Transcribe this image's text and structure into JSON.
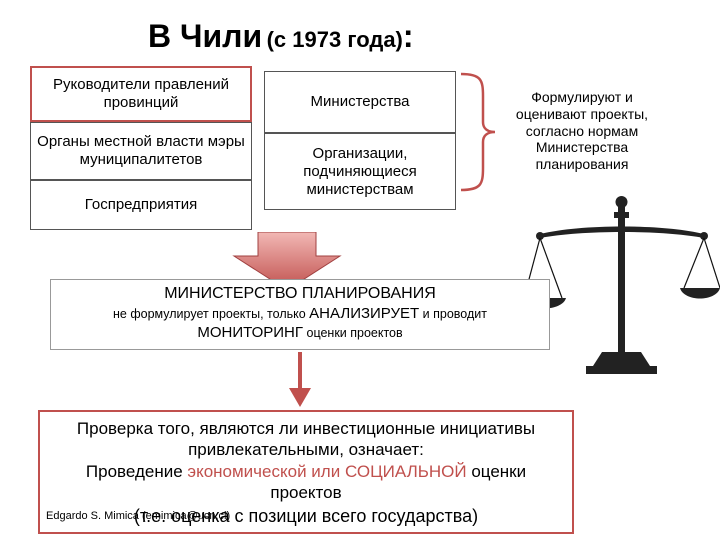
{
  "title": {
    "main": "В Чили",
    "sub": "(с 1973 года)",
    "colon": ":"
  },
  "left_boxes": [
    {
      "label": "Руководители правлений провинций"
    },
    {
      "label": "Органы местной власти мэры муниципалитетов"
    },
    {
      "label": "Госпредприятия"
    }
  ],
  "middle_boxes": [
    {
      "label": "Министерства"
    },
    {
      "label": "Организации, подчиняющиеся министерствам"
    }
  ],
  "side_note": "Формулируют и оценивают проекты, согласно нормам Министерства планирования",
  "ministry": {
    "title": "МИНИСТЕРСТВО ПЛАНИРОВАНИЯ",
    "line2_part1": "не формулирует проекты, только ",
    "line2_caps1": "АНАЛИЗИРУЕТ",
    "line2_part2": " и проводит",
    "line3_caps": "МОНИТОРИНГ",
    "line3_part": " оценки проектов"
  },
  "check": {
    "line1": "Проверка того, являются ли инвестиционные инициативы",
    "line2": "привлекательными, означает:",
    "line3_a": "Проведение ",
    "line3_hl1": "экономической или",
    "line3_sp": " ",
    "line3_hl2": "СОЦИАЛЬНОЙ",
    "line3_b": " оценки",
    "line4": "проектов",
    "line5": "(т.е. оценка с позиции всего государства)"
  },
  "credit": "Edgardo S. Mimica (emimica@ucn.cl)",
  "colors": {
    "accent_red": "#c0504d",
    "arrow_gradient_top": "#f2b8b5",
    "arrow_gradient_bottom": "#c0504d",
    "border_gray": "#555555"
  },
  "icons": [
    "scales-of-justice-icon",
    "down-arrow-icon",
    "curly-brace-icon"
  ]
}
